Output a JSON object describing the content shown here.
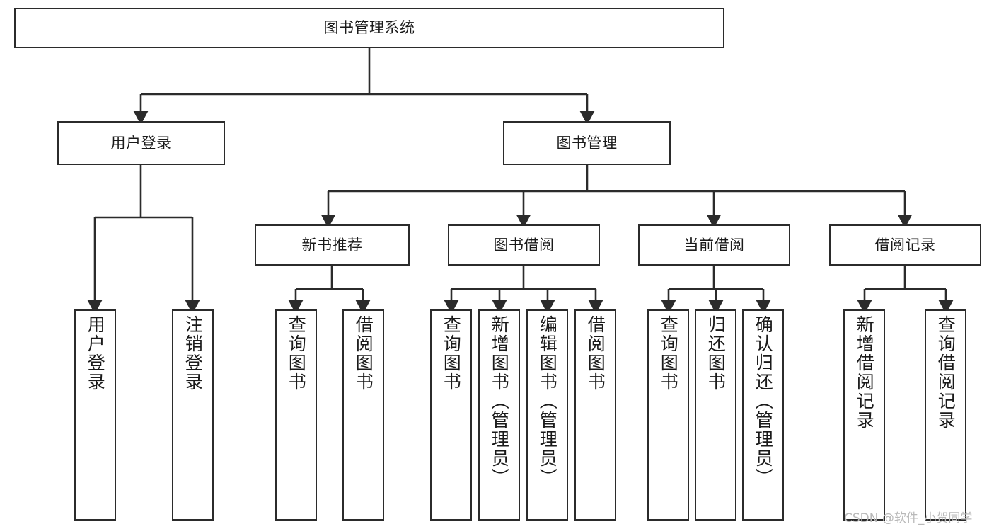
{
  "diagram": {
    "title": "图书管理系统",
    "watermark": "CSDN @软件_小贺同学",
    "style": {
      "border_color": "#2b2b2b",
      "line_color": "#2b2b2b",
      "background": "#ffffff",
      "text_color": "#1a1a1a",
      "watermark_color": "#b9b9b9"
    },
    "nodes": {
      "root": "图书管理系统",
      "level2": {
        "user_login": "用户登录",
        "book_management": "图书管理"
      },
      "level3": {
        "new_book_recommend": "新书推荐",
        "book_borrow": "图书借阅",
        "current_borrow": "当前借阅",
        "borrow_record": "借阅记录"
      },
      "leaves": {
        "user_login_1": "用户登录",
        "user_login_2": "注销登录",
        "recommend_1": "查询图书",
        "recommend_2": "借阅图书",
        "borrow_1": "查询图书",
        "borrow_2": "新增图书（管理员）",
        "borrow_3": "编辑图书（管理员）",
        "borrow_4": "借阅图书",
        "current_1": "查询图书",
        "current_2": "归还图书",
        "current_3": "确认归还（管理员）",
        "record_1": "新增借阅记录",
        "record_2": "查询借阅记录"
      }
    }
  }
}
